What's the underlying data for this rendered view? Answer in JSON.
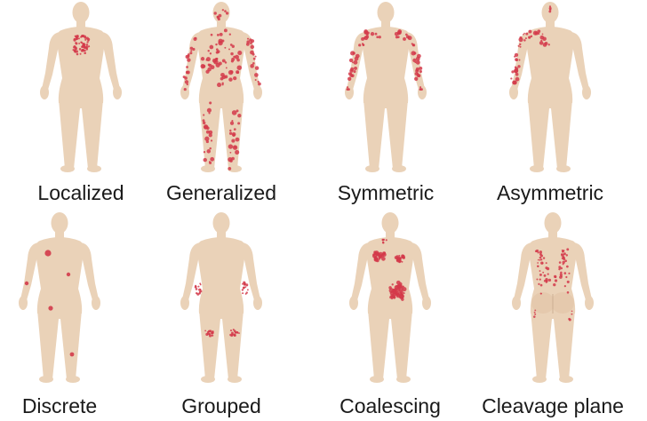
{
  "colors": {
    "skin": "#ead2b8",
    "lesion": "#d33a4a"
  },
  "panels": [
    {
      "label": "Localized",
      "pattern": "localized",
      "view": "front"
    },
    {
      "label": "Generalized",
      "pattern": "generalized",
      "view": "front"
    },
    {
      "label": "Symmetric",
      "pattern": "symmetric",
      "view": "front"
    },
    {
      "label": "Asymmetric",
      "pattern": "asymmetric",
      "view": "front"
    },
    {
      "label": "Discrete",
      "pattern": "discrete",
      "view": "front"
    },
    {
      "label": "Grouped",
      "pattern": "grouped",
      "view": "front"
    },
    {
      "label": "Coalescing",
      "pattern": "coalescing",
      "view": "front"
    },
    {
      "label": "Cleavage plane",
      "pattern": "cleavage-plane",
      "view": "back"
    }
  ]
}
